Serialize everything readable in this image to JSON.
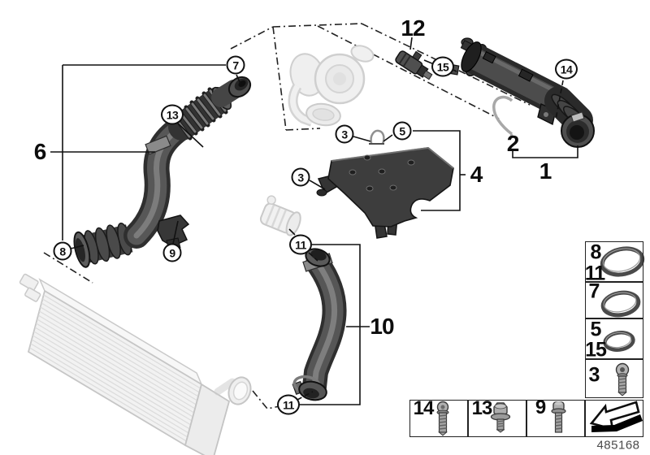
{
  "diagram": {
    "doc_number": "485168",
    "colors": {
      "part_dark": "#3d3d3d",
      "ghost_outline": "#cccccc",
      "line": "#1a1a1a",
      "background": "#ffffff"
    },
    "callouts": [
      {
        "id": "callout-7",
        "label": "7"
      },
      {
        "id": "callout-13",
        "label": "13"
      },
      {
        "id": "callout-8",
        "label": "8"
      },
      {
        "id": "callout-9",
        "label": "9"
      },
      {
        "id": "callout-3-top",
        "label": "3"
      },
      {
        "id": "callout-5",
        "label": "5"
      },
      {
        "id": "callout-3-left",
        "label": "3"
      },
      {
        "id": "callout-15",
        "label": "15"
      },
      {
        "id": "callout-14",
        "label": "14"
      },
      {
        "id": "callout-11-upper",
        "label": "11"
      },
      {
        "id": "callout-11-lower",
        "label": "11"
      }
    ],
    "part_labels": [
      {
        "id": "label-6",
        "label": "6"
      },
      {
        "id": "label-12",
        "label": "12"
      },
      {
        "id": "label-2",
        "label": "2"
      },
      {
        "id": "label-1",
        "label": "1"
      },
      {
        "id": "label-4",
        "label": "4"
      },
      {
        "id": "label-10",
        "label": "10"
      }
    ],
    "legend": {
      "cells": [
        {
          "numbers": [
            "8",
            "11"
          ],
          "icon": "o-ring-large-icon"
        },
        {
          "numbers": [
            "7"
          ],
          "icon": "o-ring-medium-icon"
        },
        {
          "numbers": [
            "5",
            "15"
          ],
          "icon": "o-ring-small-icon"
        },
        {
          "numbers": [
            "3"
          ],
          "icon": "torx-screw-icon"
        },
        {
          "numbers": [],
          "icon": "direction-arrow-icon"
        }
      ]
    },
    "fasteners": [
      {
        "number": "14",
        "icon": "pan-head-screw-icon"
      },
      {
        "number": "13",
        "icon": "hex-washer-bolt-icon"
      },
      {
        "number": "9",
        "icon": "flange-bolt-icon"
      }
    ]
  }
}
